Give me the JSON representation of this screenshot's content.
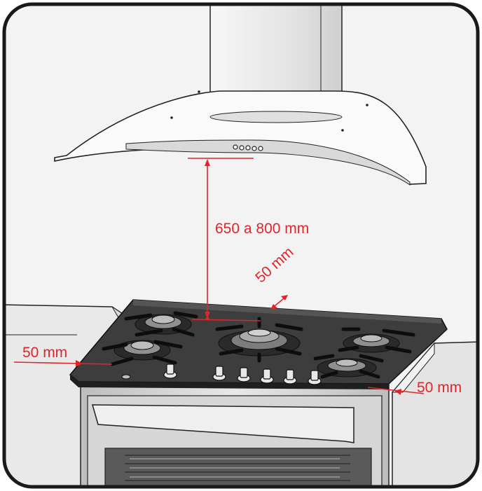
{
  "colors": {
    "dimension": "#e0252a",
    "frame": "#1a1a1a",
    "wall": "#f2f2f2",
    "cabinet": "#e6e6e6",
    "hob_glass": "#3a3a3a",
    "steel": "#cfcfcf"
  },
  "labels": {
    "hood_height": "650 a 800 mm",
    "rear_clearance": "50 mm",
    "left_clearance": "50 mm",
    "right_clearance": "50 mm"
  }
}
